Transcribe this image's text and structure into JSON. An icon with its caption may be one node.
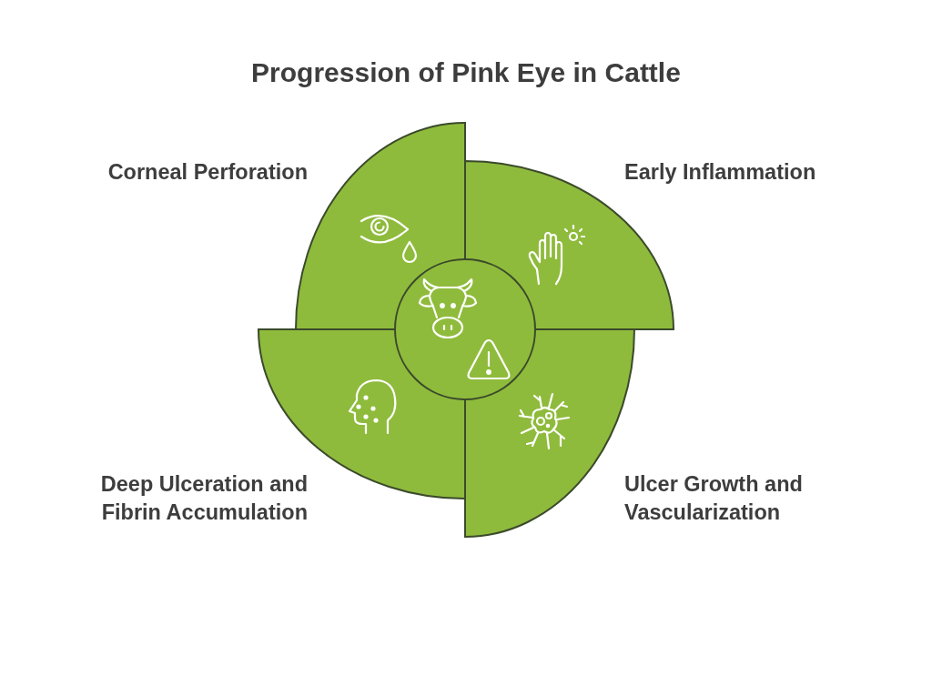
{
  "diagram": {
    "title": "Progression of Pink Eye in Cattle",
    "nodes": [
      {
        "text": [
          "Corneal Perforation"
        ]
      },
      {
        "text": [
          "Early Inflammation"
        ]
      },
      {
        "text": [],
        "shape": "circle"
      },
      {
        "text": [
          "Deep Ulceration and Fibrin Accumulation"
        ]
      },
      {
        "text": [
          "Ulcer Growth and Vascularization"
        ]
      }
    ]
  }
}
